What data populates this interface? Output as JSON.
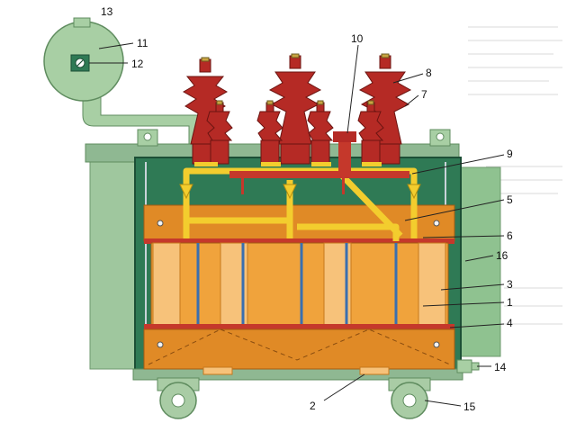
{
  "diagram": {
    "labels": {
      "n1": "1",
      "n2": "2",
      "n3": "3",
      "n4": "4",
      "n5": "5",
      "n6": "6",
      "n7": "7",
      "n8": "8",
      "n9": "9",
      "n10": "10",
      "n11": "11",
      "n12": "12",
      "n13": "13",
      "n14": "14",
      "n15": "15",
      "n16": "16"
    },
    "colors": {
      "tank": "#2f7a55",
      "tank_frame": "#8fb892",
      "radiator": "#9fc79e",
      "conservator": "#a8cfa4",
      "coil": "#f0a33c",
      "coil_light": "#f7c27a",
      "yoke": "#e08a26",
      "bushing": "#b52a25",
      "lead": "#f3cd2e",
      "wheel": "#a9cca5",
      "background_text": "#c9c9c9"
    },
    "icons": [
      "oil-gauge-icon",
      "bushing-icon",
      "wheel-icon",
      "drain-valve-icon"
    ]
  }
}
